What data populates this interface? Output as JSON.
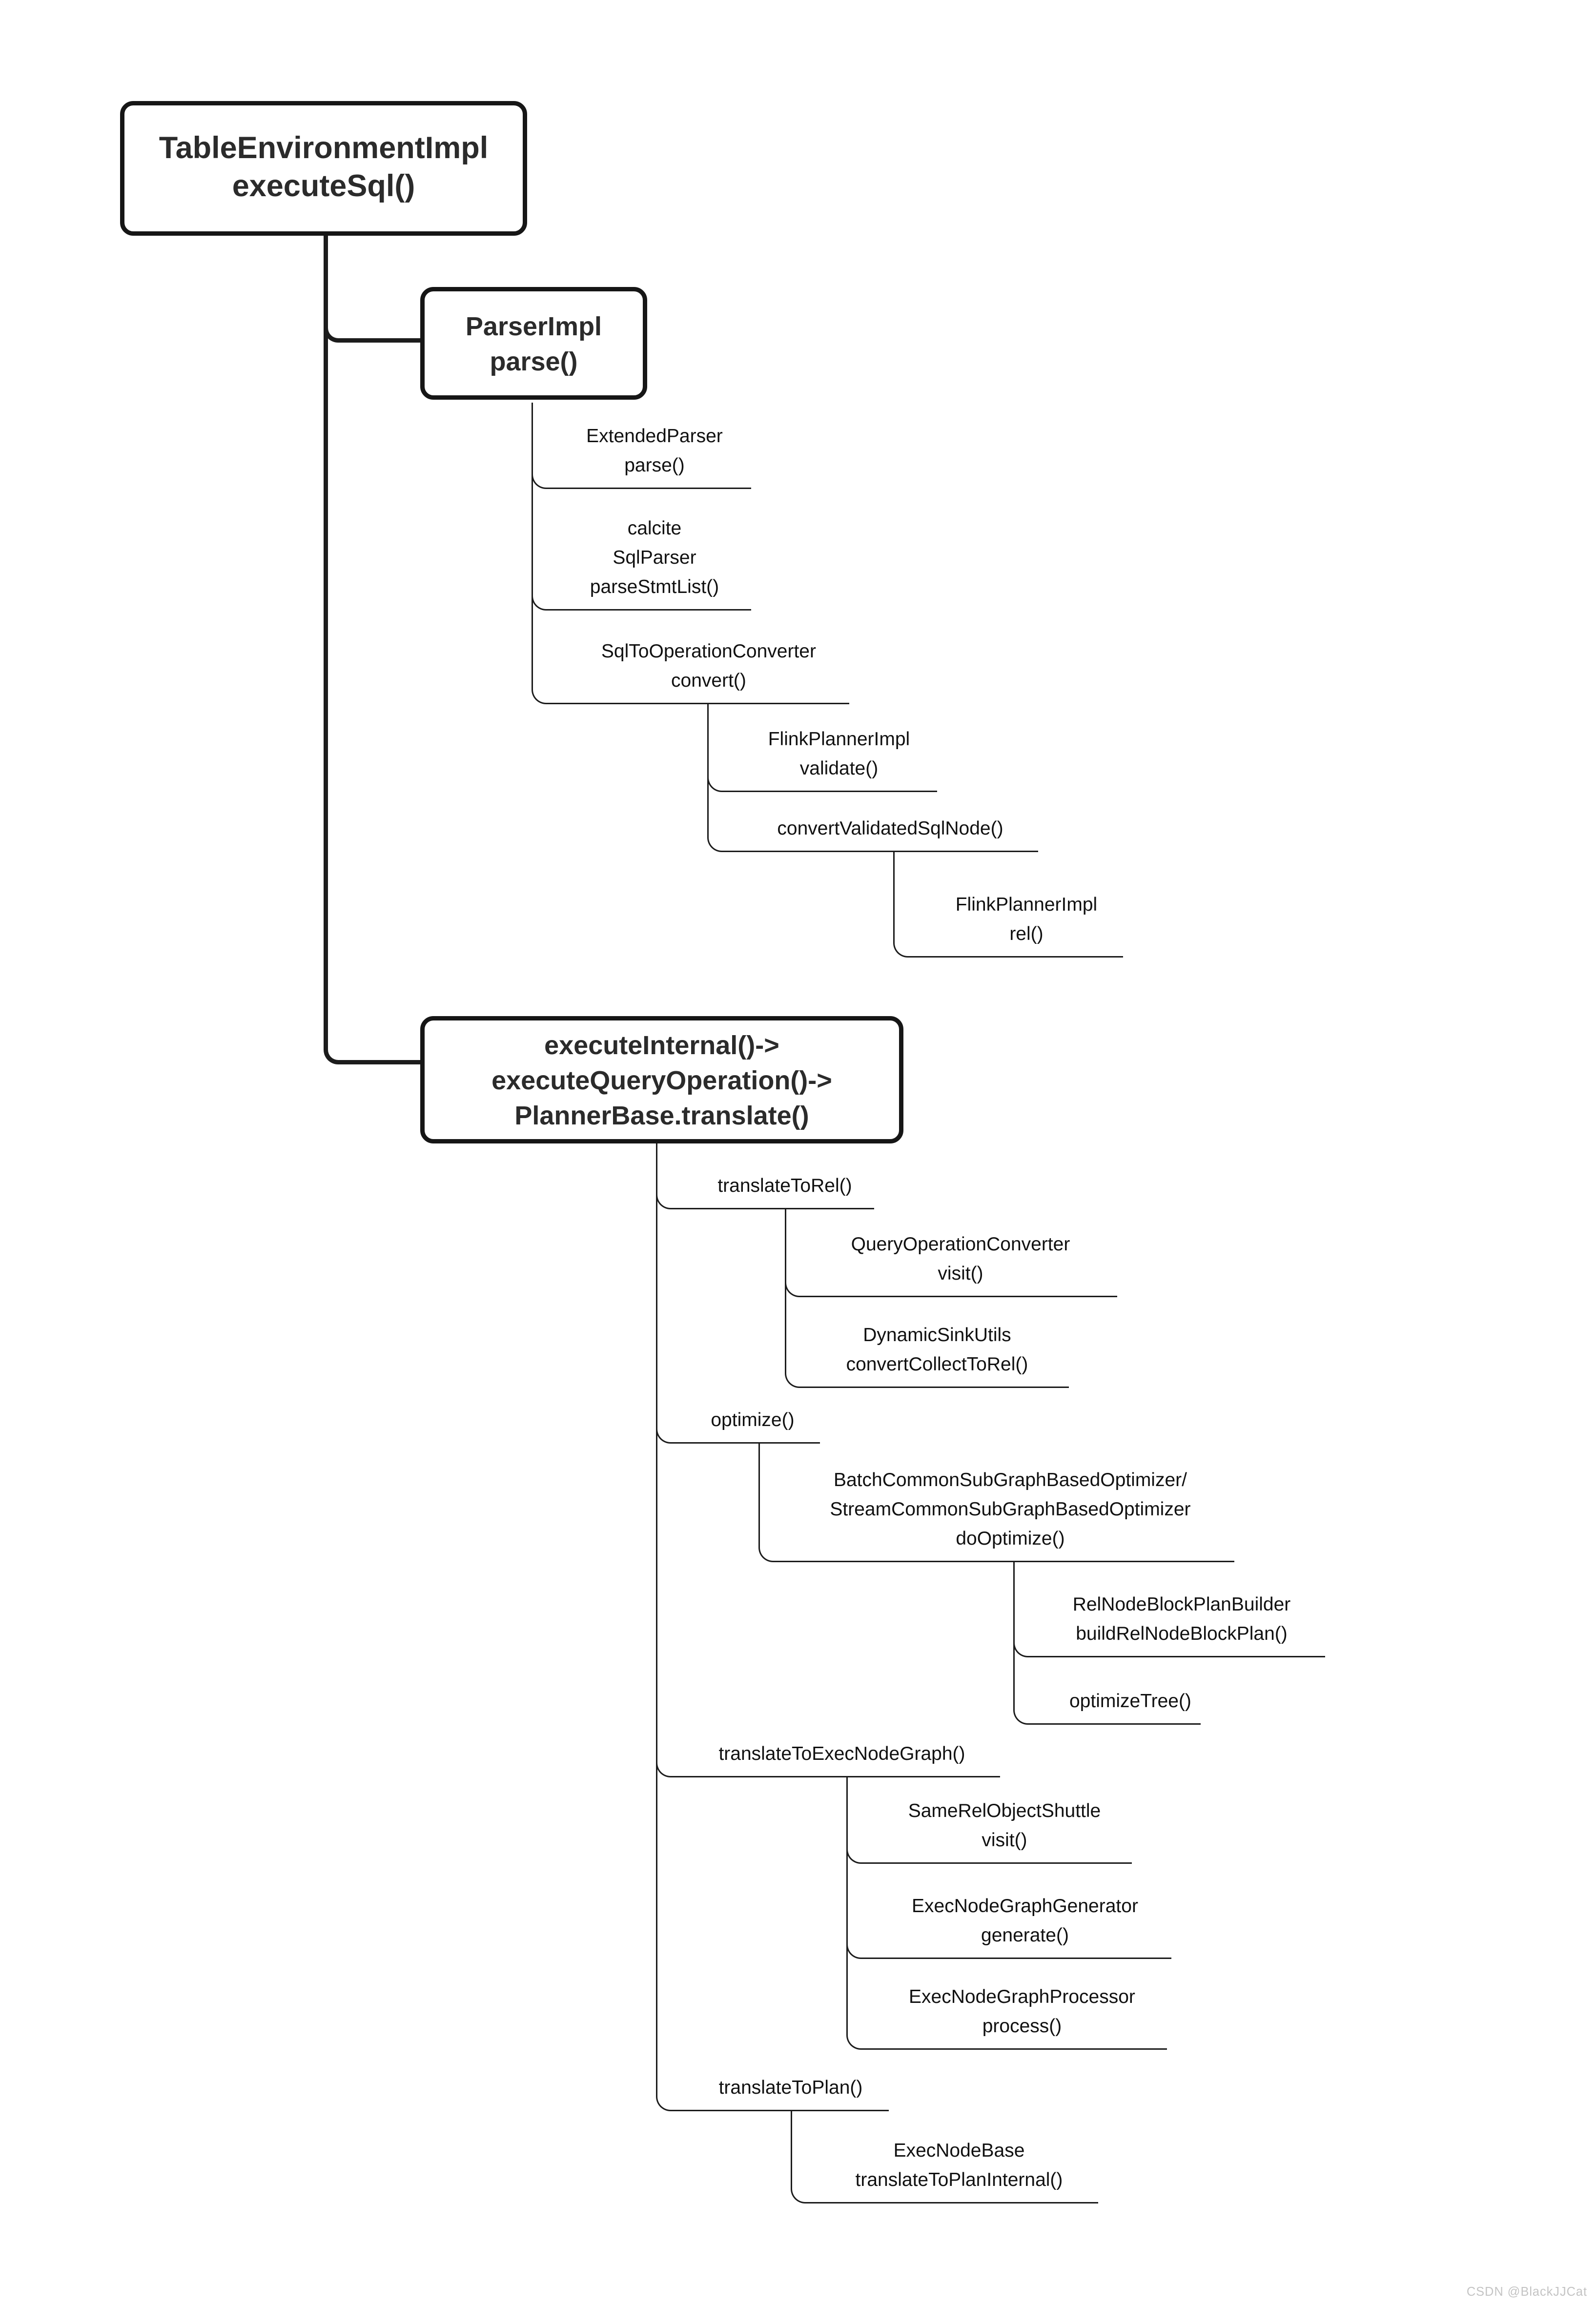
{
  "nodes": {
    "table_env": "TableEnvironmentImpl\nexecuteSql()",
    "parser_impl": "ParserImpl\nparse()",
    "extended_parser": "ExtendedParser\nparse()",
    "calcite_sql_parser": "calcite\nSqlParser\nparseStmtList()",
    "sql_to_operation_converter": "SqlToOperationConverter\nconvert()",
    "flink_planner_validate": "FlinkPlannerImpl\nvalidate()",
    "convert_validated_sql_node": "convertValidatedSqlNode()",
    "flink_planner_rel": "FlinkPlannerImpl\nrel()",
    "execute_internal": "executeInternal()->\nexecuteQueryOperation()->\nPlannerBase.translate()",
    "translate_to_rel": "translateToRel()",
    "query_operation_converter": "QueryOperationConverter\nvisit()",
    "dynamic_sink_utils": "DynamicSinkUtils\nconvertCollectToRel()",
    "optimize": "optimize()",
    "sub_graph_based_optimizer": "BatchCommonSubGraphBasedOptimizer/\nStreamCommonSubGraphBasedOptimizer\ndoOptimize()",
    "rel_node_block_plan_builder": "RelNodeBlockPlanBuilder\nbuildRelNodeBlockPlan()",
    "optimize_tree": "optimizeTree()",
    "translate_to_exec_node_graph": "translateToExecNodeGraph()",
    "same_rel_object_shuttle": "SameRelObjectShuttle\nvisit()",
    "exec_node_graph_generator": "ExecNodeGraphGenerator\ngenerate()",
    "exec_node_graph_processor": "ExecNodeGraphProcessor\nprocess()",
    "translate_to_plan": "translateToPlan()",
    "exec_node_base": "ExecNodeBase\ntranslateToPlanInternal()"
  },
  "watermark": {
    "text": "CSDN @BlackJJCat"
  },
  "colors": {
    "background": "#ffffff",
    "line": "#1c1c1c",
    "box_border": "#161616",
    "box_text": "#2b2b2b",
    "label_text": "#111111",
    "watermark_text": "#c4c4c4"
  }
}
